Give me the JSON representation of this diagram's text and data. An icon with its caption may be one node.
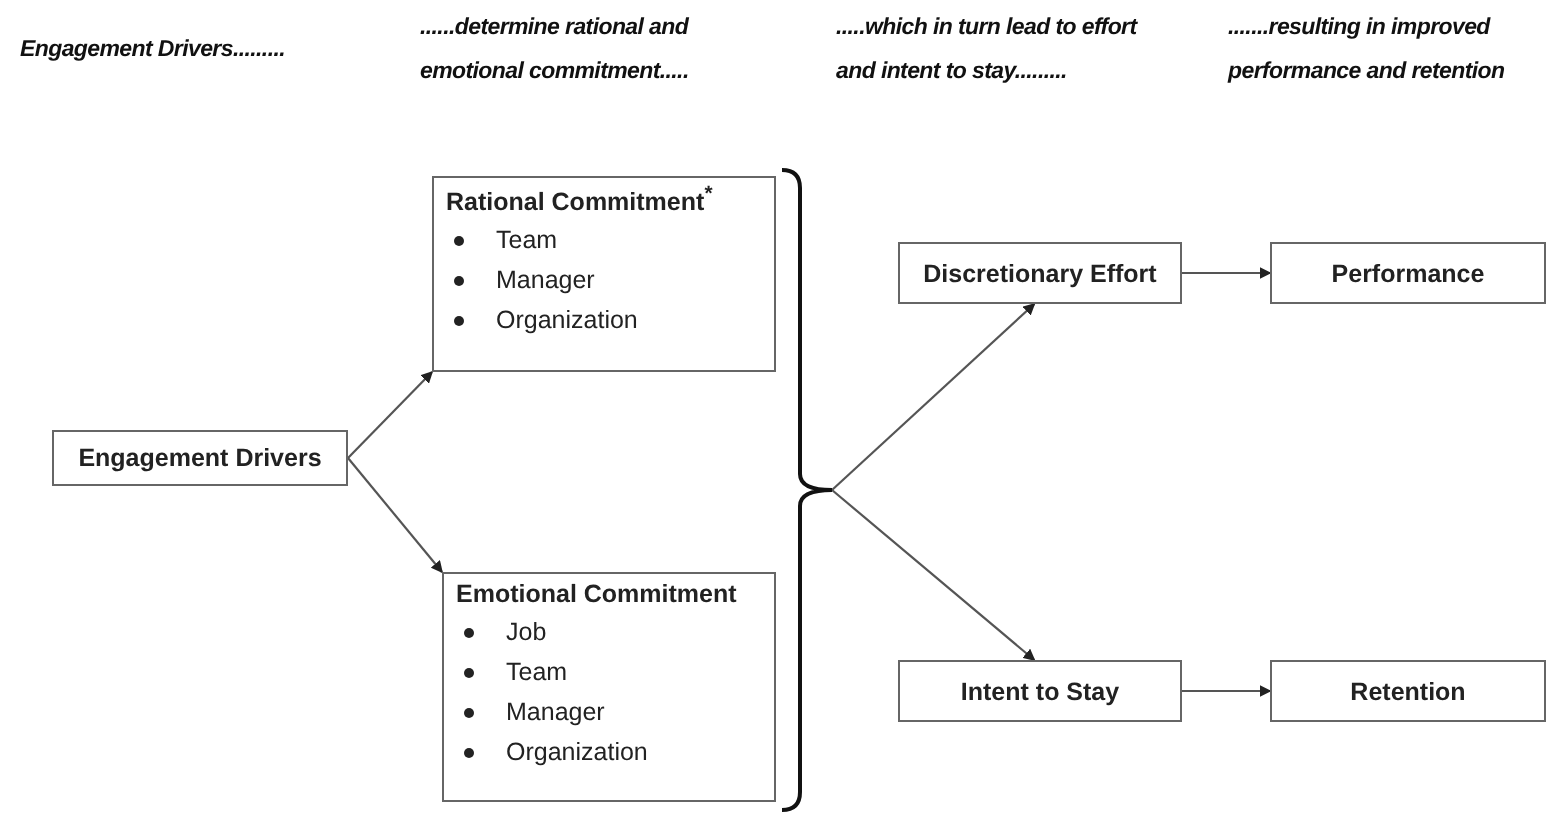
{
  "diagram": {
    "nodes": [
      {
        "text": [
          "Engagement Drivers"
        ]
      },
      {
        "text": [
          "Rational Commitment$^{*}$",
          "Team",
          "Manager",
          "Organization"
        ]
      },
      {
        "text": [
          "Emotional Commitment",
          "Job",
          "Team",
          "Manager",
          "Organization"
        ]
      },
      {
        "text": [],
        "shape": "brace"
      },
      {
        "text": [
          "Discretionary Effort"
        ]
      },
      {
        "text": [
          "Performance"
        ]
      },
      {
        "text": [
          "Intent to Stay"
        ]
      },
      {
        "text": [
          "Retention"
        ]
      }
    ],
    "edges": [
      {
        "from": 0,
        "to": 1,
        "arrow": "to"
      },
      {
        "from": 0,
        "to": 2,
        "arrow": "to"
      },
      {
        "from": 3,
        "to": 4,
        "arrow": "to"
      },
      {
        "from": 3,
        "to": 6,
        "arrow": "to"
      },
      {
        "from": 4,
        "to": 5,
        "arrow": "to"
      },
      {
        "from": 6,
        "to": 7,
        "arrow": "to"
      }
    ],
    "labels": [
      "Engagement Drivers.........",
      "......determine rational and emotional commitment.....",
      ".....which in turn lead to effort and intent to stay.........",
      ".......resulting in improved performance and retention"
    ]
  }
}
